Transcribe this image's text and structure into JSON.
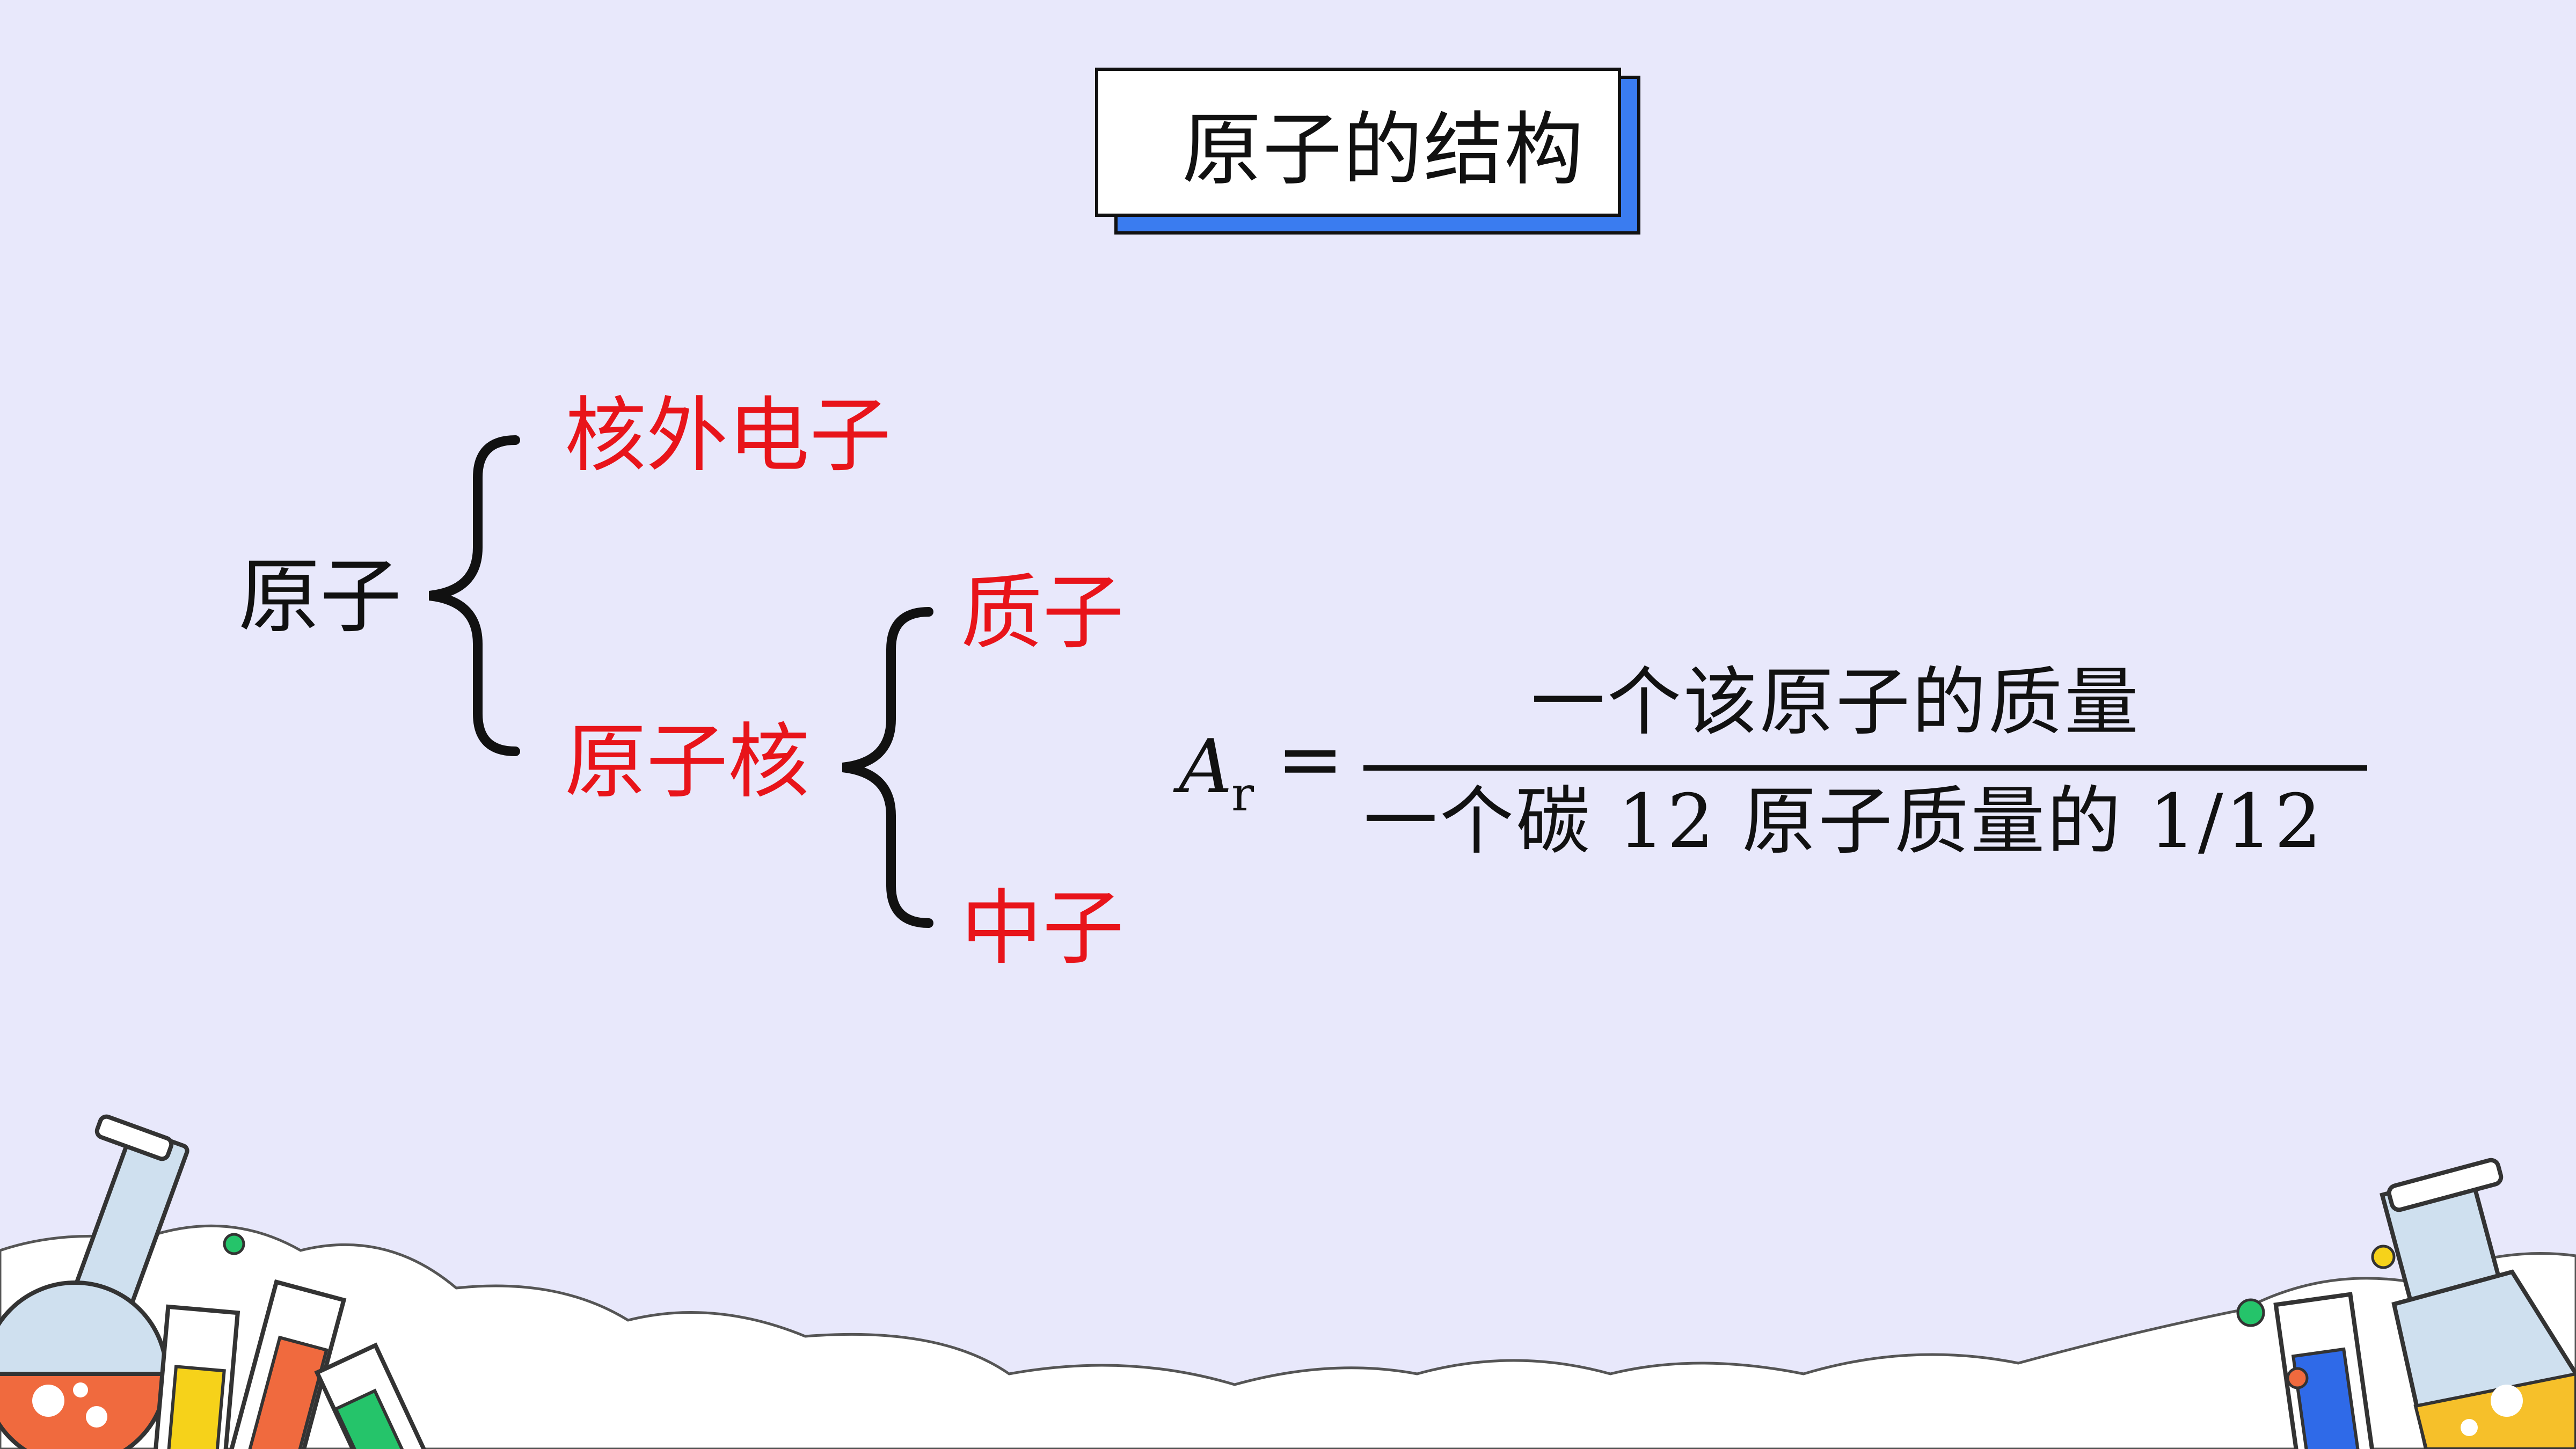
{
  "title": "原子的结构",
  "tree": {
    "root": "原子",
    "electrons": "核外电子",
    "nucleus": "原子核",
    "proton": "质子",
    "neutron": "中子"
  },
  "formula": {
    "symbol": "A",
    "subscript": "r",
    "equals": "=",
    "numerator": "一个该原子的质量",
    "denominator": "一个碳 12 原子质量的 1/12"
  },
  "colors": {
    "background": "#e8e8fb",
    "accent": "#3a7cf0",
    "highlight": "#e8141a",
    "text": "#111111"
  },
  "icons": [
    "flask-icon",
    "test-tube-icon",
    "beaker-icon"
  ]
}
